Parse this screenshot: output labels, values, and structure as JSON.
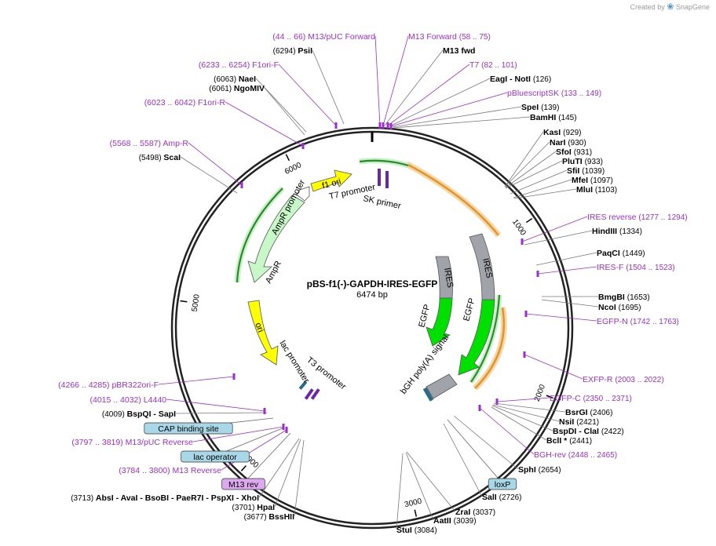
{
  "brand": {
    "prefix": "Created by",
    "name": "SnapGene"
  },
  "plasmid": {
    "name": "pBS-f1(-)-GAPDH-IRES-EGFP",
    "length": "6474 bp"
  },
  "ticks": [
    "1000",
    "2000",
    "3000",
    "4000",
    "5000",
    "6000"
  ],
  "colors": {
    "primer": "#9b30c8",
    "yellow": "#ffff00",
    "green": "#22e022",
    "gray": "#a0a4aa",
    "mint": "#c8f7c8",
    "orange": "#e0962a",
    "box_blue": "#a8d8e8",
    "box_purple": "#dca8f0"
  },
  "features": [
    "f1 ori",
    "T7 promoter",
    "SK primer",
    "AmpR promoter",
    "AmpR",
    "ori",
    "lac promoter",
    "T3 promoter",
    "IRES",
    "IRES",
    "EGFP",
    "EGFP",
    "bGH poly(A) signal"
  ],
  "labels": [
    {
      "name": "M13/pUC Forward",
      "range": "(44 .. 66)",
      "kind": "primer"
    },
    {
      "name": "M13 Forward",
      "range": "(58 .. 75)",
      "kind": "primer"
    },
    {
      "name": "M13 fwd",
      "range": "",
      "kind": "box_purple"
    },
    {
      "name": "T7",
      "range": "(82 .. 101)",
      "kind": "primer"
    },
    {
      "name": "EagI - NotI",
      "range": "(126)",
      "kind": "enzyme"
    },
    {
      "name": "pBluescriptSK",
      "range": "(133 .. 149)",
      "kind": "primer"
    },
    {
      "name": "SpeI",
      "range": "(139)",
      "kind": "enzyme"
    },
    {
      "name": "BamHI",
      "range": "(145)",
      "kind": "enzyme"
    },
    {
      "name": "KasI",
      "range": "(929)",
      "kind": "enzyme"
    },
    {
      "name": "NarI",
      "range": "(930)",
      "kind": "enzyme"
    },
    {
      "name": "SfoI",
      "range": "(931)",
      "kind": "enzyme"
    },
    {
      "name": "PluTI",
      "range": "(933)",
      "kind": "enzyme"
    },
    {
      "name": "SfiI",
      "range": "(1039)",
      "kind": "enzyme"
    },
    {
      "name": "MfeI",
      "range": "(1097)",
      "kind": "enzyme"
    },
    {
      "name": "MluI",
      "range": "(1103)",
      "kind": "enzyme"
    },
    {
      "name": "IRES reverse",
      "range": "(1277 .. 1294)",
      "kind": "primer"
    },
    {
      "name": "HindIII",
      "range": "(1334)",
      "kind": "enzyme"
    },
    {
      "name": "PaqCI",
      "range": "(1449)",
      "kind": "enzyme"
    },
    {
      "name": "IRES-F",
      "range": "(1504 .. 1523)",
      "kind": "primer"
    },
    {
      "name": "BmgBI",
      "range": "(1653)",
      "kind": "enzyme"
    },
    {
      "name": "NcoI",
      "range": "(1695)",
      "kind": "enzyme"
    },
    {
      "name": "EGFP-N",
      "range": "(1742 .. 1763)",
      "kind": "primer"
    },
    {
      "name": "EXFP-R",
      "range": "(2003 .. 2022)",
      "kind": "primer"
    },
    {
      "name": "EGFP-C",
      "range": "(2350 .. 2371)",
      "kind": "primer"
    },
    {
      "name": "BsrGI",
      "range": "(2406)",
      "kind": "enzyme"
    },
    {
      "name": "NsiI",
      "range": "(2421)",
      "kind": "enzyme"
    },
    {
      "name": "BspDI - ClaI",
      "range": "(2422)",
      "kind": "enzyme"
    },
    {
      "name": "BclI *",
      "range": "(2441)",
      "kind": "enzyme"
    },
    {
      "name": "BGH-rev",
      "range": "(2448 .. 2465)",
      "kind": "primer"
    },
    {
      "name": "SphI",
      "range": "(2654)",
      "kind": "enzyme"
    },
    {
      "name": "loxP",
      "range": "",
      "kind": "box_blue"
    },
    {
      "name": "SalI",
      "range": "(2726)",
      "kind": "enzyme"
    },
    {
      "name": "ZraI",
      "range": "(3037)",
      "kind": "enzyme"
    },
    {
      "name": "AatII",
      "range": "(3039)",
      "kind": "enzyme"
    },
    {
      "name": "StuI",
      "range": "(3084)",
      "kind": "enzyme"
    },
    {
      "name": "BssHII",
      "range": "(3677)",
      "kind": "enzyme"
    },
    {
      "name": "HpaI",
      "range": "(3701)",
      "kind": "enzyme"
    },
    {
      "name": "AbsI - AvaI - BsoBI - PaeR7I - PspXI - XhoI",
      "range": "(3713)",
      "kind": "enzyme"
    },
    {
      "name": "M13 rev",
      "range": "",
      "kind": "box_purple"
    },
    {
      "name": "M13 Reverse",
      "range": "(3784 .. 3800)",
      "kind": "primer"
    },
    {
      "name": "lac operator",
      "range": "",
      "kind": "box_blue"
    },
    {
      "name": "M13/pUC Reverse",
      "range": "(3797 .. 3819)",
      "kind": "primer"
    },
    {
      "name": "CAP binding site",
      "range": "",
      "kind": "box_blue"
    },
    {
      "name": "BspQI - SapI",
      "range": "(4009)",
      "kind": "enzyme"
    },
    {
      "name": "L4440",
      "range": "(4015 .. 4032)",
      "kind": "primer"
    },
    {
      "name": "pBR322ori-F",
      "range": "(4266 .. 4285)",
      "kind": "primer"
    },
    {
      "name": "ScaI",
      "range": "(5498)",
      "kind": "enzyme"
    },
    {
      "name": "Amp-R",
      "range": "(5568 .. 5587)",
      "kind": "primer"
    },
    {
      "name": "F1ori-R",
      "range": "(6023 .. 6042)",
      "kind": "primer"
    },
    {
      "name": "NgoMIV",
      "range": "(6061)",
      "kind": "enzyme"
    },
    {
      "name": "NaeI",
      "range": "(6063)",
      "kind": "enzyme"
    },
    {
      "name": "F1ori-F",
      "range": "(6233 .. 6254)",
      "kind": "primer"
    },
    {
      "name": "PsiI",
      "range": "(6294)",
      "kind": "enzyme"
    }
  ]
}
